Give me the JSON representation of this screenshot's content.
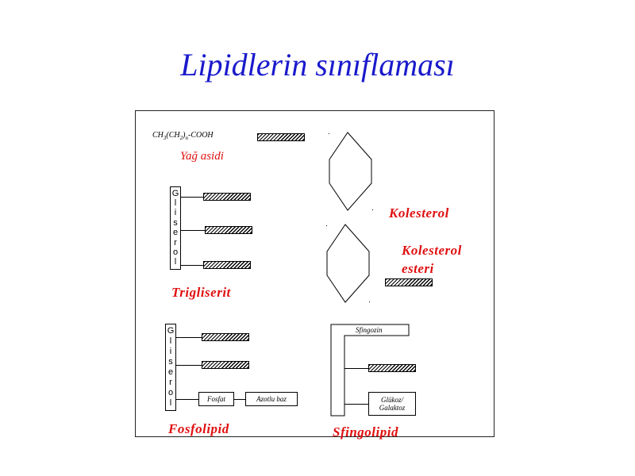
{
  "title": "Lipidlerin sınıflaması",
  "fatty_acid": {
    "formula_ch3": "CH",
    "formula_sub1": "3",
    "formula_ch2": "(CH",
    "formula_sub2": "2",
    "formula_close": ")",
    "formula_subn": "n",
    "formula_cooh": "-COOH",
    "label": "Yağ asidi"
  },
  "triglyceride": {
    "glycerol_letters": [
      "G",
      "l",
      "i",
      "s",
      "e",
      "r",
      "o",
      "l"
    ],
    "label": "Trigliserit"
  },
  "cholesterol": {
    "label": "Kolesterol"
  },
  "cholesterol_ester": {
    "label_line1": "Kolesterol",
    "label_line2": "esteri"
  },
  "phospholipid": {
    "glycerol_letters": [
      "G",
      "l",
      "i",
      "s",
      "e",
      "r",
      "o",
      "l"
    ],
    "phosphate": "Fosfat",
    "nitrogen_base": "Azotlu baz",
    "label": "Fosfolipid"
  },
  "sphingolipid": {
    "sphingosine": "Sfingozin",
    "sugar_line1": "Glükoz/",
    "sugar_line2": "Galaktoz",
    "label": "Sfingolipid"
  },
  "colors": {
    "title": "#1a1acc",
    "labels": "#e01010",
    "lines": "#000000"
  }
}
